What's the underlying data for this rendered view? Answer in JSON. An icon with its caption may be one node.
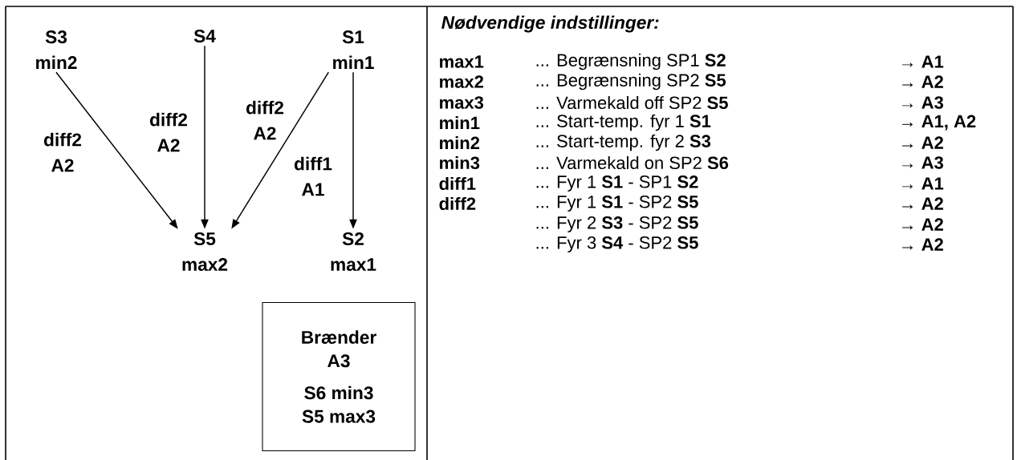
{
  "diagram": {
    "nodes": [
      {
        "text": [
          "S3",
          "min2"
        ]
      },
      {
        "text": [
          "S4"
        ]
      },
      {
        "text": [
          "S1",
          "min1"
        ]
      },
      {
        "text": [
          "S5",
          "max2"
        ]
      },
      {
        "text": [
          "S2",
          "max1"
        ]
      },
      {
        "text": [
          "Brænder",
          "A3",
          "S6 min3",
          "S5 max3"
        ]
      }
    ],
    "edges": [
      {
        "from": 0,
        "to": 3,
        "arrow": "to",
        "label": "diff2 A2"
      },
      {
        "from": 1,
        "to": 3,
        "arrow": "to",
        "label": "diff2 A2"
      },
      {
        "from": 2,
        "to": 3,
        "arrow": "to",
        "label": "diff2 A2"
      },
      {
        "from": 2,
        "to": 4,
        "arrow": "to",
        "label": "diff1 A1"
      }
    ],
    "labels": [
      "Nødvendige indstillinger:",
      "max1",
      "... Begrænsning SP1 **S2**",
      "→ A1",
      "max2",
      "... Begrænsning SP2 **S5**",
      "→ A2",
      "max3",
      "... Varmekald off SP2 **S5**",
      "→ A3",
      "min1",
      "... Start-temp. fyr 1 **S1**",
      "→ A1, A2",
      "min2",
      "... Start-temp. fyr 2 **S3**",
      "→ A2",
      "min3",
      "... Varmekald on SP2 **S6**",
      "→ A3",
      "diff1",
      "... Fyr 1 **S1** - SP1 **S2**",
      "→ A1",
      "diff2",
      "... Fyr 1 **S1** - SP2 **S5**",
      "→ A2",
      "... Fyr 2 **S3** - SP2 **S5**",
      "→ A2",
      "... Fyr 3 **S4** - SP2 **S5**",
      "→ A2"
    ]
  }
}
